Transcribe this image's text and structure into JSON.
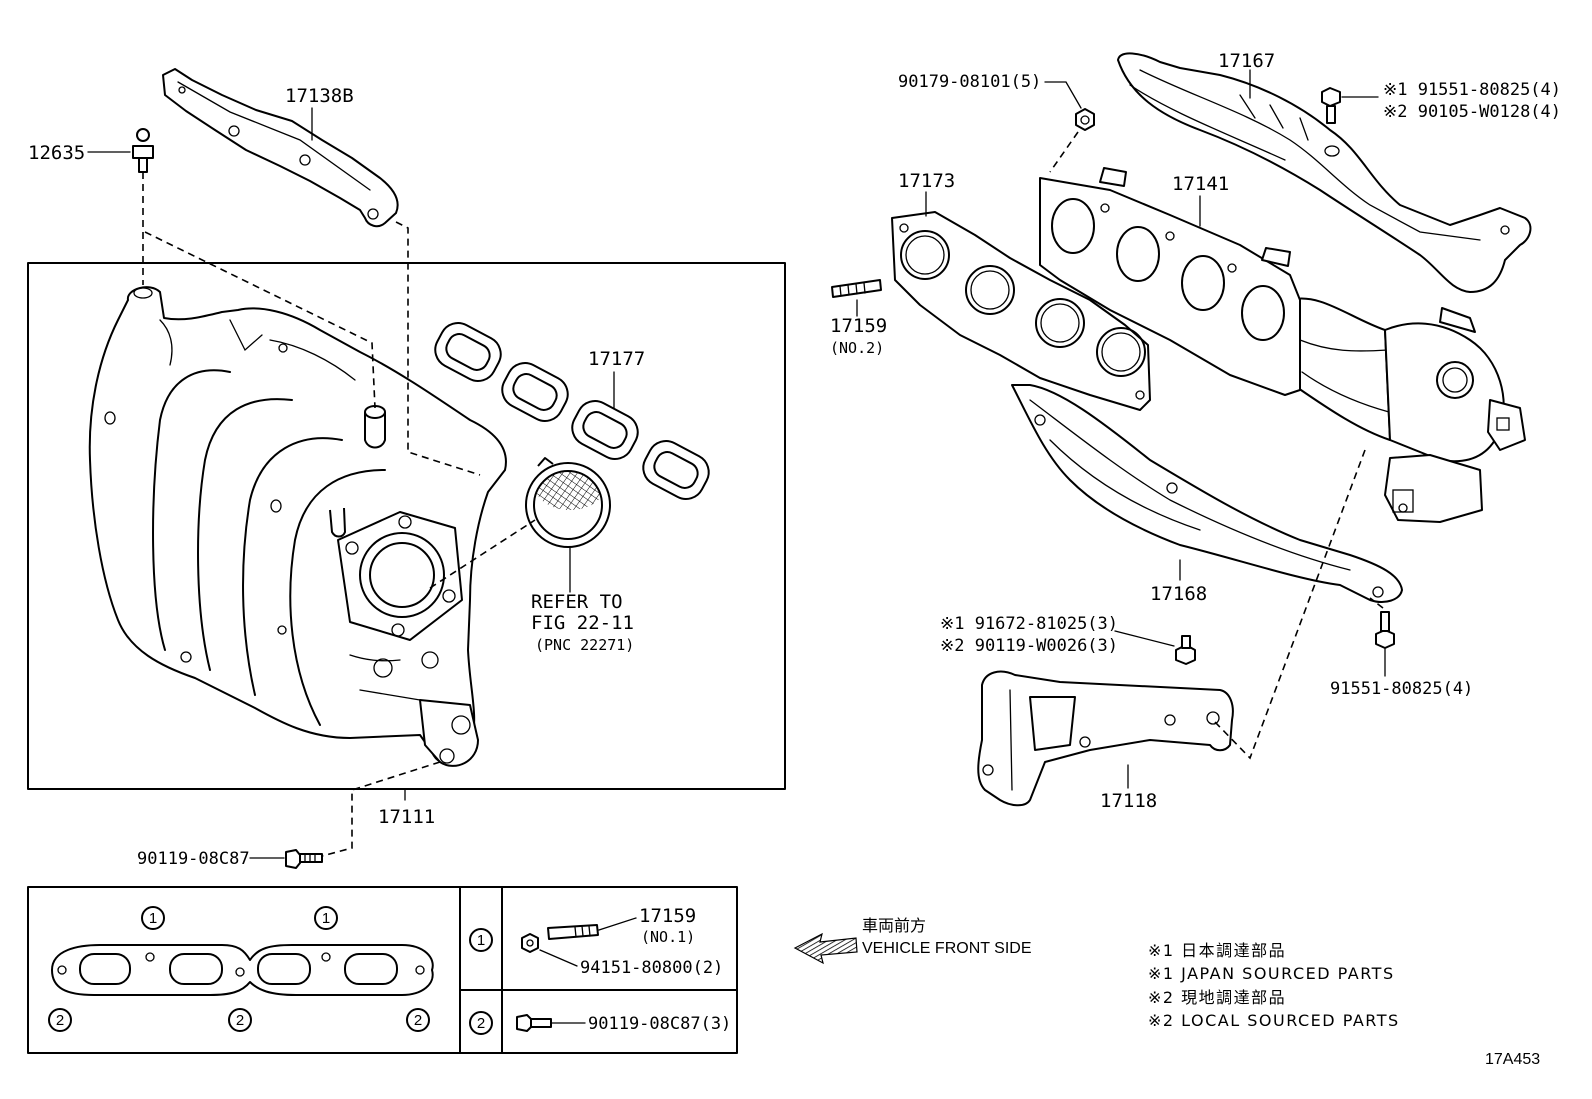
{
  "figure_code": "17A453",
  "callouts": {
    "c17138b": "17138B",
    "c12635": "12635",
    "c17177": "17177",
    "c17111": "17111",
    "c90119_08c87": "90119-08C87",
    "c90179": "90179-08101(5)",
    "c17167": "17167",
    "c91551_top": "※1 91551-80825(4)",
    "c90105_top": "※2 90105-W0128(4)",
    "c17173": "17173",
    "c17141": "17141",
    "c17159_no2": "17159",
    "c17159_no2_sub": "(NO.2)",
    "c17168": "17168",
    "c91672": "※1 91672-81025(3)",
    "c90119_w0026": "※2 90119-W0026(3)",
    "c91551_lower": "91551-80825(4)",
    "c17118": "17118"
  },
  "reference": {
    "line1": "REFER TO",
    "line2": "FIG 22-11",
    "line3": "(PNC 22271)"
  },
  "detail_table": {
    "marker_1": "1",
    "marker_2": "2",
    "row1": {
      "part": "17159",
      "sub": "(NO.1)",
      "nut": "94151-80800(2)"
    },
    "row2": {
      "bolt": "90119-08C87(3)"
    }
  },
  "direction": {
    "jp": "車両前方",
    "en": "VEHICLE FRONT SIDE"
  },
  "notes": [
    "※1 日本調達部品",
    "※1 JAPAN SOURCED PARTS",
    "※2 現地調達部品",
    "※2 LOCAL SOURCED PARTS"
  ]
}
